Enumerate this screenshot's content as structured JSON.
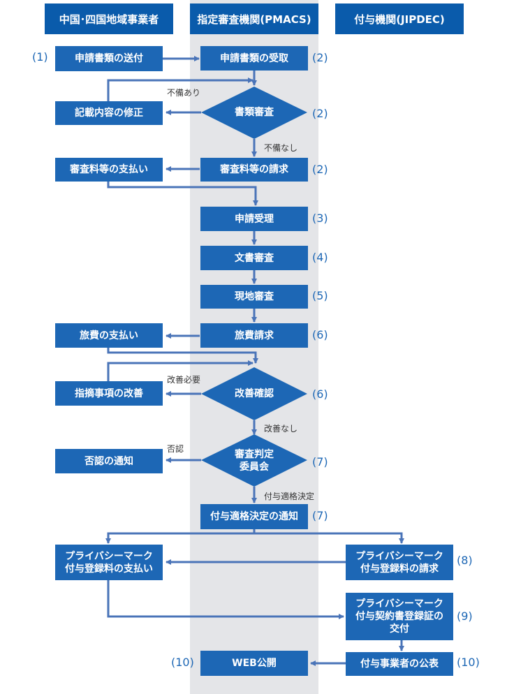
{
  "colors": {
    "box": "#1d67b5",
    "header": "#0a5bab",
    "lane": "#e4e5e8",
    "arrow": "#4a74b8"
  },
  "headers": {
    "business": "中国･四国地域事業者",
    "pmacs": "指定審査機関(PMACS)",
    "jipdec": "付与機関(JIPDEC)"
  },
  "boxes": {
    "send_docs": "申請書類の送付",
    "receive_docs": "申請書類の受取",
    "fix_content": "記載内容の修正",
    "doc_review": "書類審査",
    "pay_fee": "審査料等の支払い",
    "bill_fee": "審査料等の請求",
    "accept_app": "申請受理",
    "doc_audit": "文書審査",
    "site_audit": "現地審査",
    "pay_travel": "旅費の支払い",
    "bill_travel": "旅費請求",
    "fix_findings": "指摘事項の改善",
    "confirm_fix": "改善確認",
    "deny_notice": "否認の通知",
    "judge_committee": "審査判定\n委員会",
    "grant_notice": "付与適格決定の通知",
    "pay_reg": "プライバシーマーク\n付与登録料の支払い",
    "bill_reg": "プライバシーマーク\n付与登録料の請求",
    "issue_cert": "プライバシーマーク\n付与契約書登録証の\n交付",
    "web_publish": "WEB公開",
    "announce": "付与事業者の公表"
  },
  "steps": {
    "s1": "(1)",
    "s2a": "(2)",
    "s2b": "(2)",
    "s2c": "(2)",
    "s3": "(3)",
    "s4": "(4)",
    "s5": "(5)",
    "s6a": "(6)",
    "s6b": "(6)",
    "s7a": "(7)",
    "s7b": "(7)",
    "s8": "(8)",
    "s9": "(9)",
    "s10a": "(10)",
    "s10b": "(10)"
  },
  "conditions": {
    "deficient": "不備あり",
    "no_deficiency": "不備なし",
    "needs_fix": "改善必要",
    "no_fix": "改善なし",
    "rejected": "否認",
    "grant_decided": "付与適格決定"
  }
}
